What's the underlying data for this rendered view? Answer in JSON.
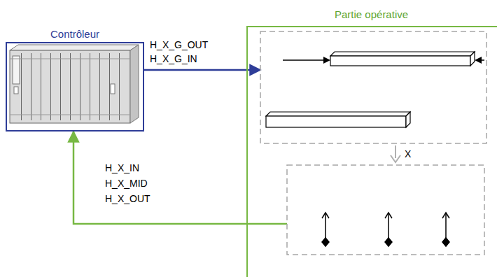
{
  "diagram": {
    "nodes": [
      {
        "text": [
          "Contrôleur"
        ]
      },
      {
        "text": [
          "Partie opérative"
        ]
      }
    ],
    "edges": [
      {
        "from": 0,
        "to": 1,
        "arrow": "to"
      },
      {
        "from": 1,
        "to": 0,
        "arrow": "to"
      }
    ],
    "labels": [
      "H_X_G_OUT",
      "H_X_G_IN",
      "X",
      "H_X_IN",
      "H_X_MID",
      "H_X_OUT"
    ]
  }
}
